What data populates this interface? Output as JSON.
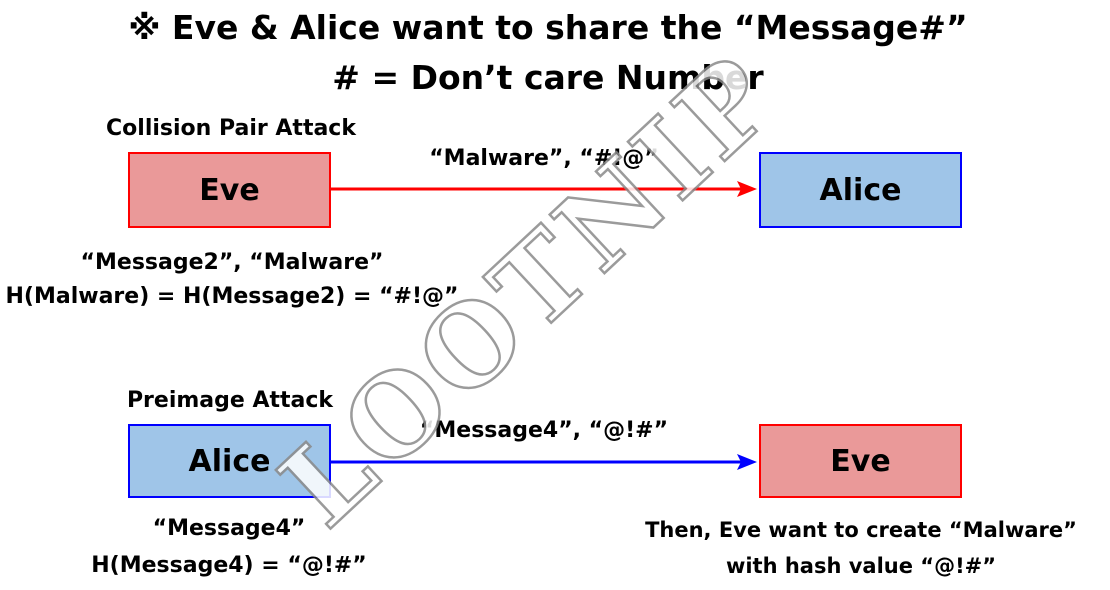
{
  "title": {
    "line1": "※ Eve & Alice want to share the “Message#”",
    "line2": "# = Don’t care Number"
  },
  "collision": {
    "heading": "Collision Pair Attack",
    "sender": "Eve",
    "receiver": "Alice",
    "arrow_label": "“Malware”, “#!@”",
    "note_line1": "“Message2”, “Malware”",
    "note_line2": "H(Malware) = H(Message2) = “#!@”"
  },
  "preimage": {
    "heading": "Preimage Attack",
    "sender": "Alice",
    "receiver": "Eve",
    "arrow_label": "“Message4”, “@!#”",
    "note_line1": "“Message4”",
    "note_line2": "H(Message4) = “@!#”",
    "right_note_line1": "Then, Eve want to create “Malware”",
    "right_note_line2": "with hash value “@!#”"
  },
  "watermark": "LOOTNIP",
  "colors": {
    "eve_fill": "#ea9999",
    "eve_border": "#ff0000",
    "alice_fill": "#9fc5e8",
    "alice_border": "#0000ff",
    "red_arrow": "#ff0000",
    "blue_arrow": "#0000ff"
  }
}
